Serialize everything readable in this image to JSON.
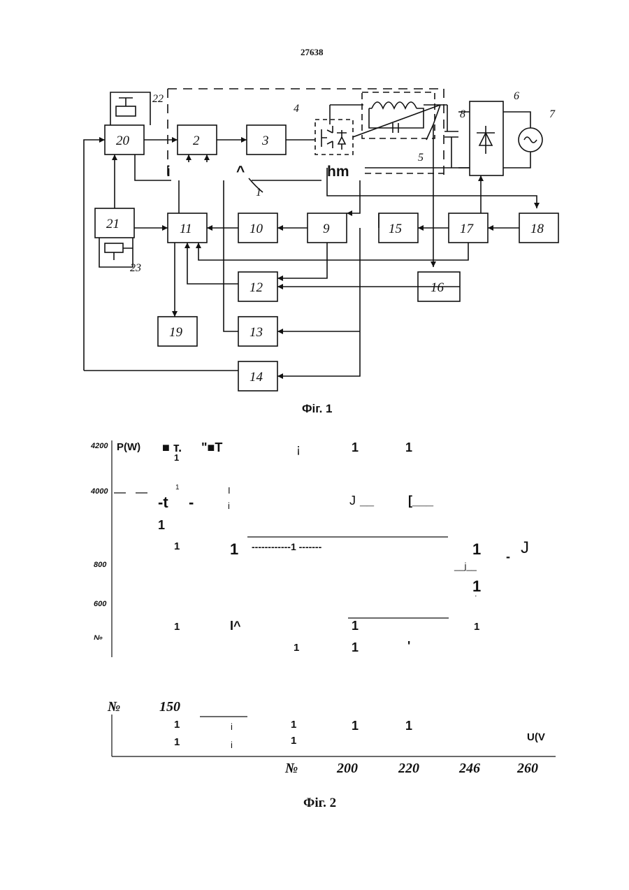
{
  "page_number": "27638",
  "figure1": {
    "caption": "Фіг. 1",
    "blocks": [
      "20",
      "2",
      "3",
      "9",
      "10",
      "11",
      "12",
      "13",
      "14",
      "15",
      "16",
      "17",
      "18",
      "19",
      "21"
    ],
    "labels": [
      "4",
      "5",
      "6",
      "7",
      "8",
      "22",
      "23",
      "1"
    ],
    "stray_text": [
      "i",
      "^",
      "hm"
    ]
  },
  "figure2": {
    "caption": "Фіг. 2",
    "axis_label_y": "P(W)",
    "axis_label_x": "U(V",
    "y_ticks": [
      "4200",
      "4000",
      "800",
      "600",
      "№",
      "№",
      "150"
    ],
    "x_ticks": [
      "№",
      "200",
      "220",
      "246",
      "260"
    ],
    "scan_text": {
      "row1": [
        "■ т.",
        "\"■Т",
        "¡",
        "1",
        "1"
      ],
      "row1b": "1",
      "row2_small": "1",
      "row2": [
        "-t",
        "-",
        "I",
        "i",
        "J",
        "[___"
      ],
      "row2_dash": "__",
      "row3": "1",
      "row4": [
        "1",
        "1",
        "------------1 -------",
        "1",
        "J",
        "-"
      ],
      "row5": [
        "__j__",
        "1",
        "'"
      ],
      "row6": [
        "1",
        "I^",
        "1",
        "1"
      ],
      "row7": [
        "1",
        "1",
        "'"
      ],
      "row8": [
        "1",
        "i",
        "1",
        "1",
        "1"
      ],
      "row9": [
        "1",
        "i",
        "1"
      ]
    }
  },
  "chart_data": {
    "type": "line",
    "title": "",
    "xlabel": "U(V",
    "ylabel": "P(W)",
    "x_ticks": [
      "№",
      "200",
      "220",
      "246",
      "260"
    ],
    "y_ticks": [
      "4200",
      "4000",
      "800",
      "600",
      "№",
      "150"
    ]
  }
}
